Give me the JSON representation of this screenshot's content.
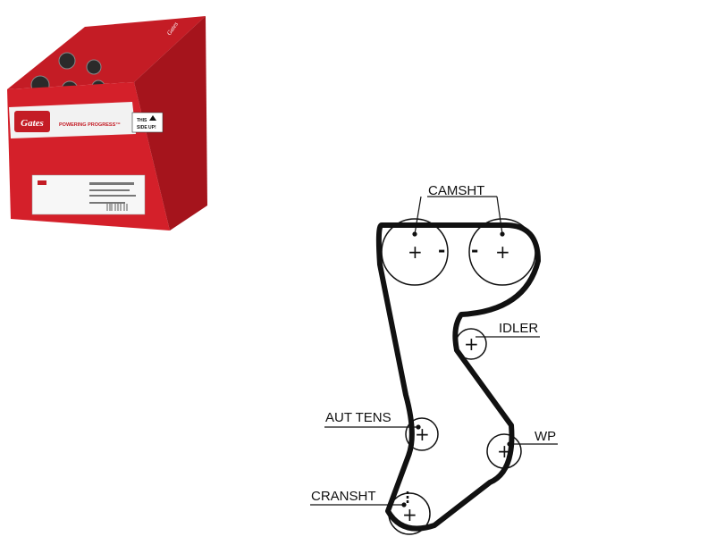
{
  "product_box": {
    "brand": "Gates",
    "tagline": "POWERING PROGRESS™",
    "orientation_label": [
      "THIS",
      "SIDE UP!"
    ],
    "colors": {
      "box_red": "#d4202a",
      "box_dark_red": "#a5141c",
      "label_white": "#f2f2f2"
    }
  },
  "diagram": {
    "labels": {
      "camshaft": "CAMSHT",
      "idler": "IDLER",
      "tensioner": "AUT TENS",
      "water_pump": "WP",
      "crankshaft": "CRANSHT"
    },
    "markers": {
      "plus": "+",
      "minus": "-"
    },
    "colors": {
      "belt": "#111111",
      "pulley": "#111111"
    }
  }
}
